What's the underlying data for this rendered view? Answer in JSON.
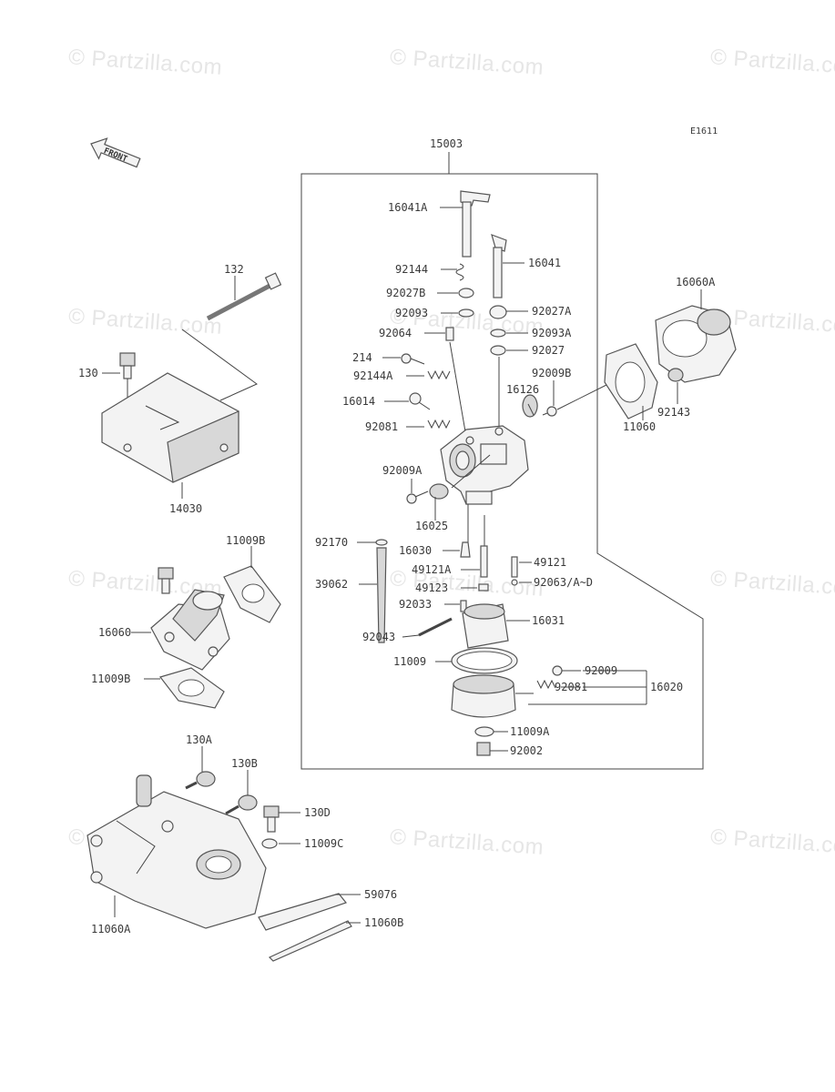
{
  "watermark_text": "© Partzilla.com",
  "diagram_code": "E1611",
  "front_label": "FRONT",
  "labels": {
    "p15003": "15003",
    "p16041A": "16041A",
    "p16041": "16041",
    "p92144": "92144",
    "p92027B": "92027B",
    "p92027A": "92027A",
    "p92093": "92093",
    "p92093A": "92093A",
    "p92064": "92064",
    "p92027": "92027",
    "p214": "214",
    "p92144A": "92144A",
    "p92009B": "92009B",
    "p16126": "16126",
    "p16014": "16014",
    "p92081a": "92081",
    "p92009A": "92009A",
    "p16025": "16025",
    "p92170": "92170",
    "p16030": "16030",
    "p49121": "49121",
    "p49121A": "49121A",
    "p92063": "92063/A~D",
    "p39062": "39062",
    "p49123": "49123",
    "p92033": "92033",
    "p16031": "16031",
    "p92043": "92043",
    "p11009": "11009",
    "p92009": "92009",
    "p92081b": "92081",
    "p16020": "16020",
    "p11009A": "11009A",
    "p92002": "92002",
    "p132": "132",
    "p130": "130",
    "p14030": "14030",
    "p16060A": "16060A",
    "p11060": "11060",
    "p92143": "92143",
    "p11009B_top": "11009B",
    "p16060": "16060",
    "p11009B_bot": "11009B",
    "p130A": "130A",
    "p130B": "130B",
    "p130D": "130D",
    "p11009C": "11009C",
    "p59076": "59076",
    "p11060A": "11060A",
    "p11060B": "11060B"
  }
}
